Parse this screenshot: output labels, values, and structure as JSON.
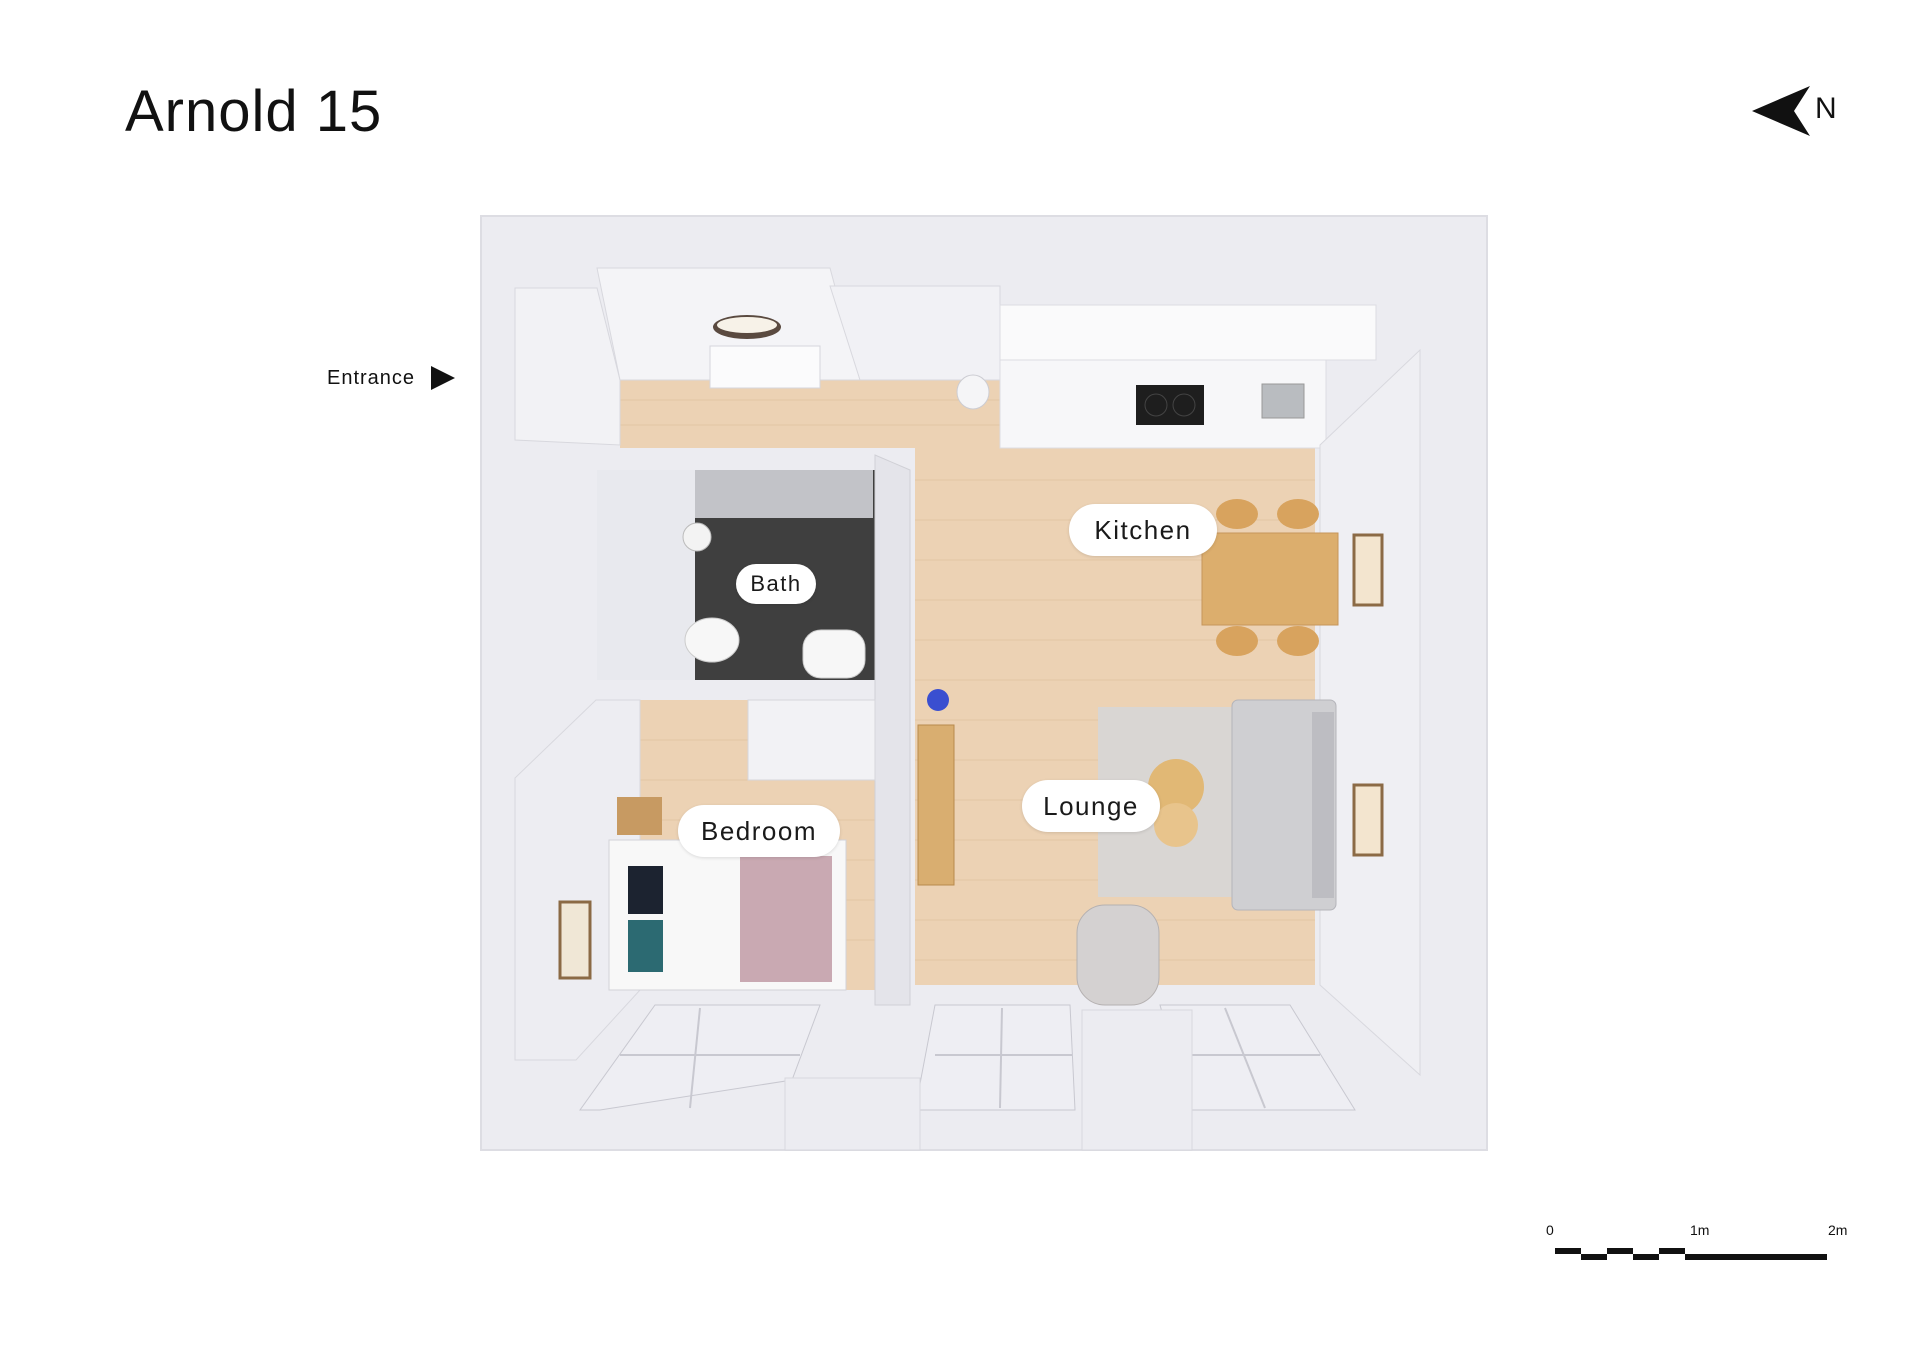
{
  "header": {
    "title": "Arnold 15"
  },
  "compass": {
    "north_label": "N",
    "icon": "north-arrow-icon"
  },
  "entrance": {
    "label": "Entrance",
    "icon": "arrow-right-icon"
  },
  "rooms": {
    "kitchen": "Kitchen",
    "bath": "Bath",
    "lounge": "Lounge",
    "bedroom": "Bedroom"
  },
  "scale_bar": {
    "start": "0",
    "mid": "1m",
    "end": "2m"
  },
  "colors": {
    "wall": "#e9e9ee",
    "wall_shadow": "#dcdce3",
    "floor_wood": "#ecd2b4",
    "bath_floor": "#4a4a4a",
    "rug": "#d9d6d3",
    "sofa": "#cfcfd2",
    "table": "#dcae6d",
    "bed_throw": "#c9a9b2"
  }
}
